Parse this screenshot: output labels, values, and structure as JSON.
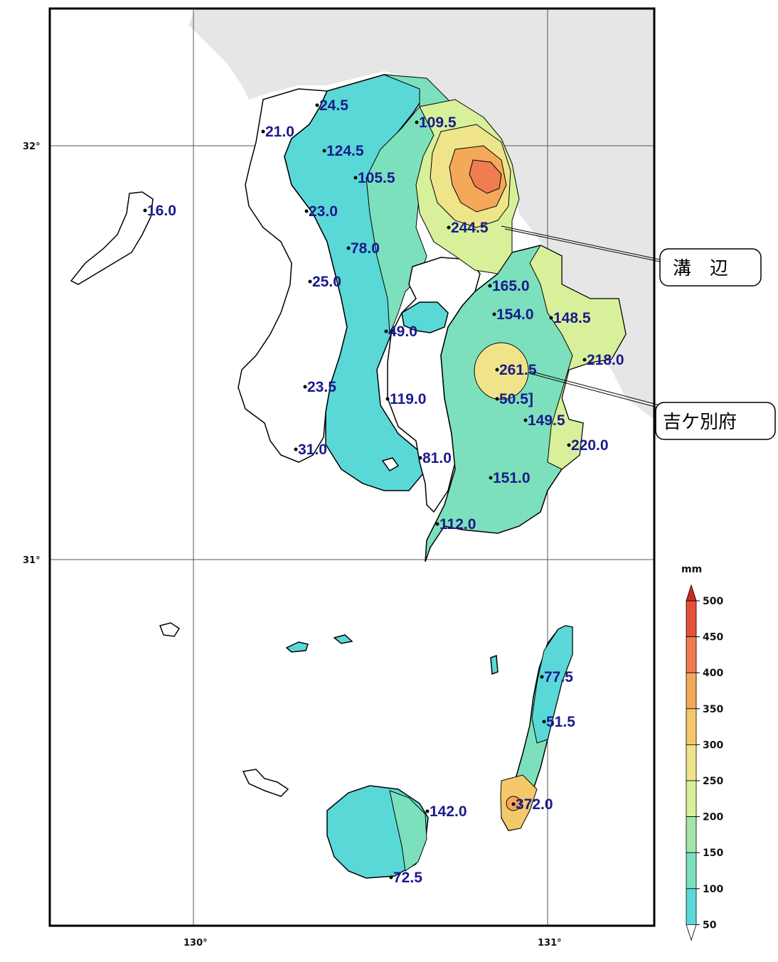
{
  "map": {
    "lat_labels": [
      "32°",
      "31°"
    ],
    "lon_labels": [
      "130°",
      "131°"
    ],
    "colors": {
      "sea": "#ffffff",
      "land_outside": "#e6e6e6",
      "no_data_land": "#ffffff",
      "coast": "#000000",
      "station_text": "#1a1a8c"
    }
  },
  "stations": [
    {
      "name": "",
      "value": "24.5"
    },
    {
      "name": "",
      "value": "21.0"
    },
    {
      "name": "",
      "value": "109.5"
    },
    {
      "name": "",
      "value": "124.5"
    },
    {
      "name": "",
      "value": "105.5"
    },
    {
      "name": "",
      "value": "16.0"
    },
    {
      "name": "",
      "value": "23.0"
    },
    {
      "name": "溝　辺",
      "value": "244.5"
    },
    {
      "name": "",
      "value": "78.0"
    },
    {
      "name": "",
      "value": "25.0"
    },
    {
      "name": "",
      "value": "165.0"
    },
    {
      "name": "",
      "value": "154.0"
    },
    {
      "name": "",
      "value": "148.5"
    },
    {
      "name": "",
      "value": "49.0"
    },
    {
      "name": "",
      "value": "218.0"
    },
    {
      "name": "吉ケ別府",
      "value": "261.5"
    },
    {
      "name": "",
      "value": "23.5"
    },
    {
      "name": "",
      "value": "119.0"
    },
    {
      "name": "",
      "value": "50.5]"
    },
    {
      "name": "",
      "value": "149.5"
    },
    {
      "name": "",
      "value": "220.0"
    },
    {
      "name": "",
      "value": "31.0"
    },
    {
      "name": "",
      "value": "81.0"
    },
    {
      "name": "",
      "value": "151.0"
    },
    {
      "name": "",
      "value": "112.0"
    },
    {
      "name": "",
      "value": "77.5"
    },
    {
      "name": "",
      "value": "51.5"
    },
    {
      "name": "",
      "value": "372.0"
    },
    {
      "name": "",
      "value": "142.0"
    },
    {
      "name": "",
      "value": "72.5"
    }
  ],
  "callouts": [
    {
      "label": "溝　辺"
    },
    {
      "label": "吉ケ別府"
    }
  ],
  "legend": {
    "unit": "mm",
    "ticks": [
      "500",
      "450",
      "400",
      "350",
      "300",
      "250",
      "200",
      "150",
      "100",
      "50"
    ],
    "colors": {
      "above_max": "#cc2b1f",
      "c450_500": "#e4503c",
      "c400_450": "#f07d50",
      "c350_400": "#f4a85a",
      "c300_350": "#f5c86a",
      "c250_300": "#efe48a",
      "c200_250": "#d8f09a",
      "c150_200": "#a2e6a8",
      "c100_150": "#7de0bd",
      "c50_100": "#5ad8d8",
      "below_min": "#ffffff"
    }
  }
}
